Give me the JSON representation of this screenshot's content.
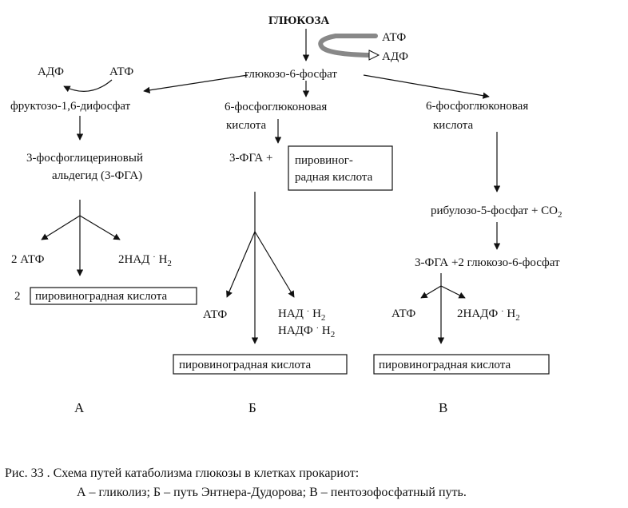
{
  "top": {
    "glucose": "ГЛЮКОЗА",
    "atp_in": "АТФ",
    "adp_out": "АДФ",
    "g6p": "глюкозо-6-фосфат"
  },
  "a": {
    "adp": "АДФ",
    "atp": "АТФ",
    "fbp": "фруктозо-1,6-дифосфат",
    "gap_line1": "3-фосфоглицериновый",
    "gap_line2": "альдегид (3-ФГА)",
    "atp2": "2 АТФ",
    "nadh_text": "2НАД ",
    "nadh_dot": "·",
    "nadh_h": " Н",
    "nadh_sub": "2",
    "pyr_coef": "2",
    "pyruvate": "пировиноградная кислота",
    "label": "А"
  },
  "b": {
    "pg_line1": "6-фосфоглюконовая",
    "pg_line2": "кислота",
    "pga": "3-ФГА +",
    "pyr_box_line1": "пировиног-",
    "pyr_box_line2": "радная кислота",
    "atp": "АТФ",
    "nadh_text": "НАД ",
    "nadh_dot": "·",
    "nadh_h": " Н",
    "nadh_sub": "2",
    "nadph_text": "НАДФ ",
    "nadph_dot": "·",
    "nadph_h": " Н",
    "nadph_sub": "2",
    "pyruvate": "пировиноградная кислота",
    "label": "Б"
  },
  "c": {
    "pg_line1": "6-фосфоглюконовая",
    "pg_line2": "кислота",
    "ribulose_text": "рибулозо-5-фосфат + СО",
    "ribulose_sub": "2",
    "pga_line": "3-ФГА +2 глюкозо-6-фосфат",
    "atp": "АТФ",
    "nadph_text": "2НАДФ ",
    "nadph_dot": "·",
    "nadph_h": " Н",
    "nadph_sub": "2",
    "pyruvate": "пировиноградная кислота",
    "label": "В"
  },
  "caption": {
    "line1": "Рис. 33 . Схема путей катаболизма глюкозы в клетках прокариот:",
    "line2": "А – гликолиз; Б – путь Энтнера-Дудорова; В – пентозофосфатный путь."
  }
}
